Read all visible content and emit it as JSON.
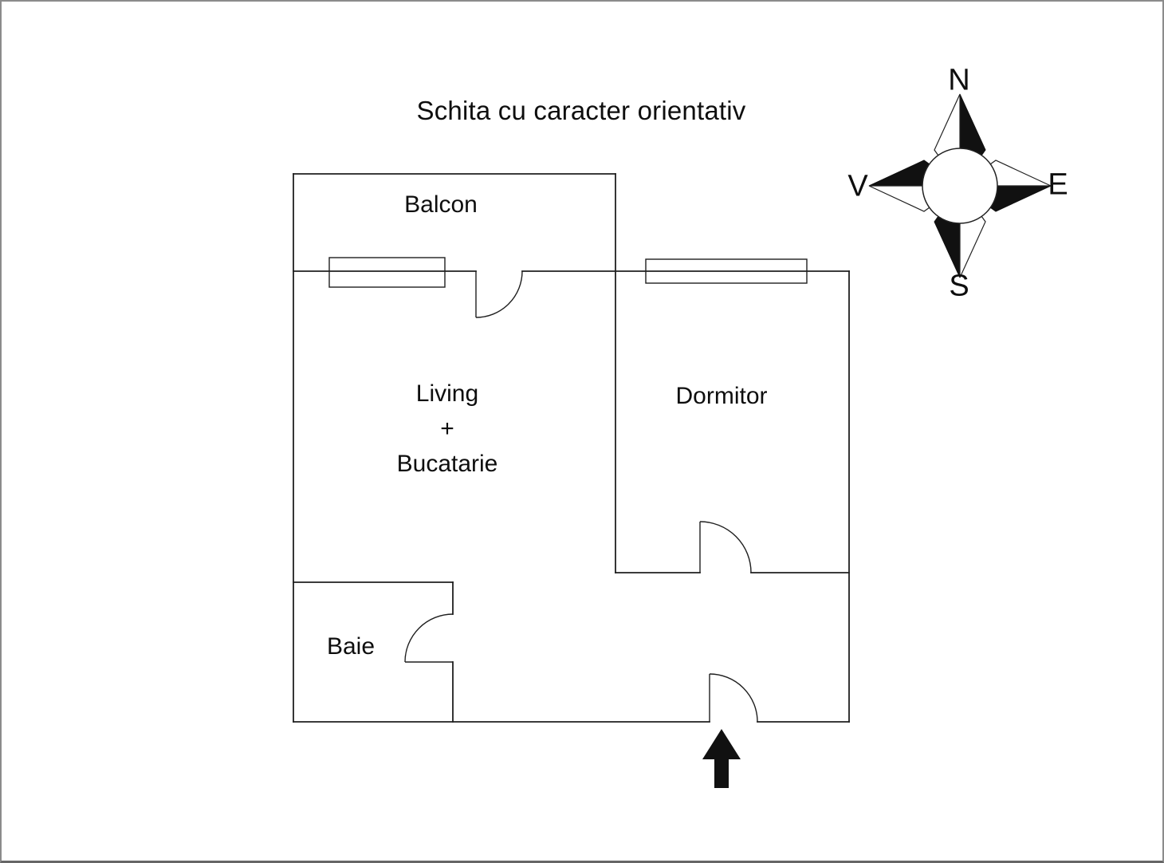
{
  "title": "Schita cu caracter orientativ",
  "rooms": {
    "balcon": {
      "label": "Balcon"
    },
    "living": {
      "line1": "Living",
      "line2": "+",
      "line3": "Bucatarie"
    },
    "dormitor": {
      "label": "Dormitor"
    },
    "baie": {
      "label": "Baie"
    }
  },
  "compass": {
    "north": "N",
    "east": "E",
    "south": "S",
    "west": "V"
  },
  "icons": {
    "compass_rose": "four-point compass star with center circle",
    "entrance_arrow": "solid black up arrow marking the entrance",
    "door_arc": "quarter-circle door swing symbol",
    "window": "double-line window symbol"
  },
  "colors": {
    "background": "#ffffff",
    "wall": "#1f1f1f",
    "text": "#0e0e0e",
    "compass_fill": "#111111",
    "arrow_fill": "#111111",
    "frame_border": "#8b8b8b"
  }
}
